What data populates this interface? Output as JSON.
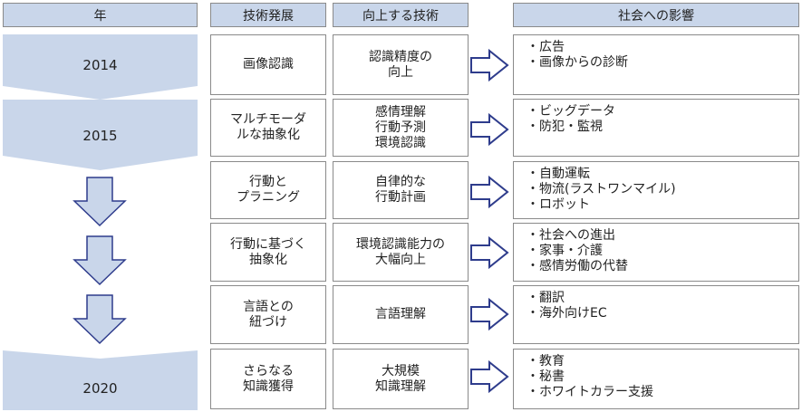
{
  "headers": {
    "year": "年",
    "tech": "技術発展",
    "improved": "向上する技術",
    "impact": "社会への影響"
  },
  "rows": [
    {
      "year": "2014",
      "tech": "画像認識",
      "improved": "認識精度の\n向上",
      "impacts": [
        "・広告",
        "・画像からの診断"
      ]
    },
    {
      "year": "2015",
      "tech": "マルチモーダ\nルな抽象化",
      "improved": "感情理解\n行動予測\n環境認識",
      "impacts": [
        "・ビッグデータ",
        "・防犯・監視"
      ]
    },
    {
      "year": "",
      "tech": "行動と\nプラニング",
      "improved": "自律的な\n行動計画",
      "impacts": [
        "・自動運転",
        "・物流(ラストワンマイル)",
        "・ロボット"
      ]
    },
    {
      "year": "",
      "tech": "行動に基づく\n抽象化",
      "improved": "環境認識能力の\n大幅向上",
      "impacts": [
        "・社会への進出",
        "・家事・介護",
        "・感情労働の代替"
      ]
    },
    {
      "year": "",
      "tech": "言語との\n紐づけ",
      "improved": "言語理解",
      "impacts": [
        "・翻訳",
        "・海外向けEC"
      ]
    },
    {
      "year": "2020",
      "tech": "さらなる\n知識獲得",
      "improved": "大規模\n知識理解",
      "impacts": [
        "・教育",
        "・秘書",
        "・ホワイトカラー支援"
      ]
    }
  ],
  "colors": {
    "header_fill": "#c9d6ea",
    "year_fill": "#c9d6ea",
    "border": "#8a8a8a",
    "arrow_fill": "#ffffff",
    "arrow_stroke": "#2e3c8c",
    "down_arrow_fill": "#c9d6ea",
    "down_arrow_stroke": "#2e3c8c"
  }
}
